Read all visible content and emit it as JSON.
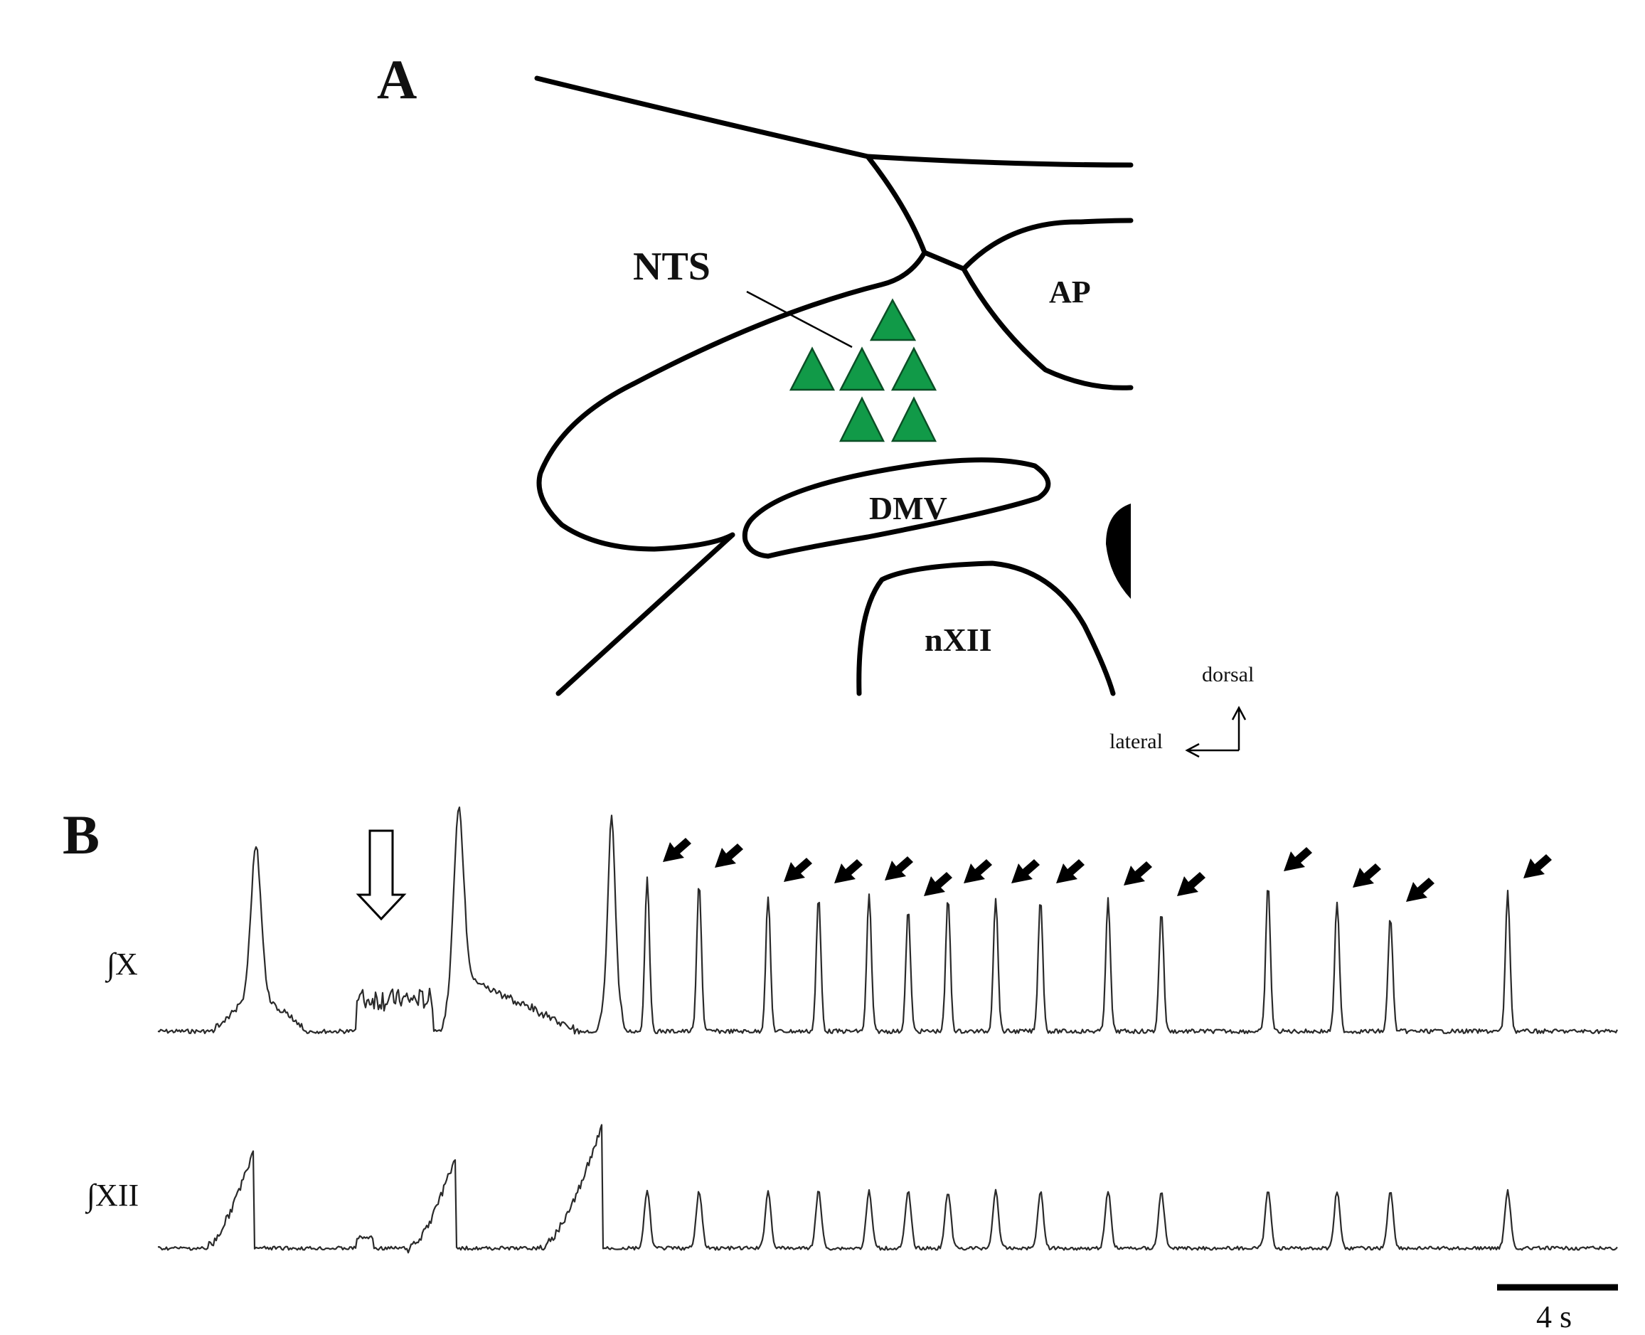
{
  "panels": {
    "a_label": "A",
    "b_label": "B"
  },
  "regions": {
    "nts": "NTS",
    "ap": "AP",
    "dmv": "DMV",
    "nxii": "nXII"
  },
  "orientation": {
    "dorsal": "dorsal",
    "lateral": "lateral"
  },
  "traces": {
    "x_label": "∫X",
    "xii_label": "∫XII"
  },
  "scale_bar": {
    "label": "4 s"
  },
  "colors": {
    "neuron_fill": "#119a48",
    "trace": "#2a2a2a"
  },
  "recording": {
    "stimulus_arrow": "open-down-arrow",
    "marked_event_arrow": "filled-diagonal-arrow",
    "marked_event_count": 15
  }
}
